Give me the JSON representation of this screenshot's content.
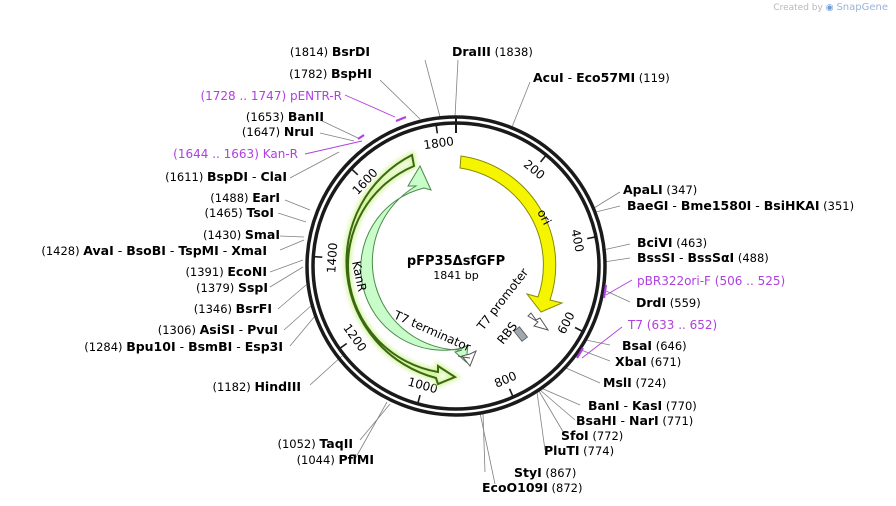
{
  "credit": {
    "prefix": "Created by",
    "brand": "SnapGene"
  },
  "plasmid": {
    "name": "pFP35ΔsfGFP",
    "length_label": "1841 bp",
    "length": 1841
  },
  "ticks": [
    "200",
    "400",
    "600",
    "800",
    "1000",
    "1200",
    "1400",
    "1600",
    "1800"
  ],
  "features": [
    {
      "id": "ori",
      "label": "ori",
      "color": "#f5f500"
    },
    {
      "id": "kanr",
      "label": "KanR",
      "color": "#c8fcc8"
    },
    {
      "id": "t7term",
      "label": "T7 terminator",
      "color": "#ffffff"
    },
    {
      "id": "t7prom",
      "label": "T7 promoter",
      "color": "#ffffff"
    },
    {
      "id": "rbs",
      "label": "RBS",
      "color": "#a0a8b0"
    }
  ],
  "sites": [
    {
      "id": "bsrdi",
      "pos": "(1814)",
      "names": [
        "BsrDI"
      ]
    },
    {
      "id": "draiii",
      "pos": "(1838)",
      "names": [
        "DraIII"
      ]
    },
    {
      "id": "acui",
      "pos": "(119)",
      "names": [
        "AcuI",
        "Eco57MI"
      ]
    },
    {
      "id": "bsphi",
      "pos": "(1782)",
      "names": [
        "BspHI"
      ]
    },
    {
      "id": "banii",
      "pos": "(1653)",
      "names": [
        "BanII"
      ]
    },
    {
      "id": "nrui",
      "pos": "(1647)",
      "names": [
        "NruI"
      ]
    },
    {
      "id": "bspdi",
      "pos": "(1611)",
      "names": [
        "BspDI",
        "ClaI"
      ]
    },
    {
      "id": "apali",
      "pos": "(347)",
      "names": [
        "ApaLI"
      ]
    },
    {
      "id": "baegi",
      "pos": "(351)",
      "names": [
        "BaeGI",
        "Bme1580I",
        "BsiHKAI"
      ]
    },
    {
      "id": "eari",
      "pos": "(1488)",
      "names": [
        "EarI"
      ]
    },
    {
      "id": "tsoi",
      "pos": "(1465)",
      "names": [
        "TsoI"
      ]
    },
    {
      "id": "smai",
      "pos": "(1430)",
      "names": [
        "SmaI"
      ]
    },
    {
      "id": "avai",
      "pos": "(1428)",
      "names": [
        "AvaI",
        "BsoBI",
        "TspMI",
        "XmaI"
      ]
    },
    {
      "id": "bcivi",
      "pos": "(463)",
      "names": [
        "BciVI"
      ]
    },
    {
      "id": "bsssi",
      "pos": "(488)",
      "names": [
        "BssSI",
        "BssSαI"
      ]
    },
    {
      "id": "econi",
      "pos": "(1391)",
      "names": [
        "EcoNI"
      ]
    },
    {
      "id": "sspi",
      "pos": "(1379)",
      "names": [
        "SspI"
      ]
    },
    {
      "id": "drdi",
      "pos": "(559)",
      "names": [
        "DrdI"
      ]
    },
    {
      "id": "bsrfi",
      "pos": "(1346)",
      "names": [
        "BsrFI"
      ]
    },
    {
      "id": "asisi",
      "pos": "(1306)",
      "names": [
        "AsiSI",
        "PvuI"
      ]
    },
    {
      "id": "bpu10i",
      "pos": "(1284)",
      "names": [
        "Bpu10I",
        "BsmBI",
        "Esp3I"
      ]
    },
    {
      "id": "bsai",
      "pos": "(646)",
      "names": [
        "BsaI"
      ]
    },
    {
      "id": "xbai",
      "pos": "(671)",
      "names": [
        "XbaI"
      ]
    },
    {
      "id": "msli",
      "pos": "(724)",
      "names": [
        "MslI"
      ]
    },
    {
      "id": "hindiii",
      "pos": "(1182)",
      "names": [
        "HindIII"
      ]
    },
    {
      "id": "bani",
      "pos": "(770)",
      "names": [
        "BanI",
        "KasI"
      ]
    },
    {
      "id": "bsahi",
      "pos": "(771)",
      "names": [
        "BsaHI",
        "NarI"
      ]
    },
    {
      "id": "sfoi",
      "pos": "(772)",
      "names": [
        "SfoI"
      ]
    },
    {
      "id": "pluti",
      "pos": "(774)",
      "names": [
        "PluTI"
      ]
    },
    {
      "id": "taqii",
      "pos": "(1052)",
      "names": [
        "TaqII"
      ]
    },
    {
      "id": "pflmi",
      "pos": "(1044)",
      "names": [
        "PflMI"
      ]
    },
    {
      "id": "styi",
      "pos": "(867)",
      "names": [
        "StyI"
      ]
    },
    {
      "id": "eco0109i",
      "pos": "(872)",
      "names": [
        "EcoO109I"
      ]
    }
  ],
  "primers": [
    {
      "id": "pentr",
      "range": "(1728 .. 1747)",
      "name": "pENTR-R"
    },
    {
      "id": "kanr-primer",
      "range": "(1644 .. 1663)",
      "name": "Kan-R"
    },
    {
      "id": "pbr322",
      "name": "pBR322ori-F",
      "range": "(506 .. 525)"
    },
    {
      "id": "t7",
      "name": "T7",
      "range": "(633 .. 652)"
    }
  ],
  "colors": {
    "primer": "#b040e0",
    "backbone": "#1a1a1a",
    "leader": "#777777"
  }
}
